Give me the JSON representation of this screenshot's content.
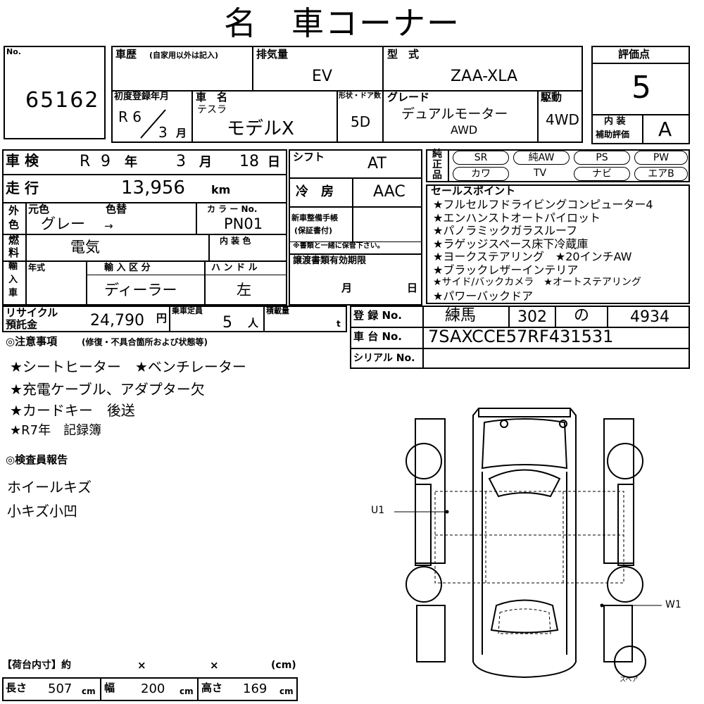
{
  "title": "名　車コーナー",
  "lot": {
    "label": "No.",
    "number": "65162"
  },
  "history": {
    "label": "車歴",
    "sub": "(自家用以外は記入)",
    "value": ""
  },
  "displacement": {
    "label": "排気量",
    "value": "EV"
  },
  "model_code": {
    "label": "型　式",
    "value": "ZAA-XLA"
  },
  "score": {
    "label": "評価点",
    "value": "5",
    "interior_label_1": "内 装",
    "interior_label_2": "補助評価",
    "interior_value": "A"
  },
  "first_reg": {
    "label": "初度登録年月",
    "era": "R 6",
    "month": "3",
    "month_unit": "月"
  },
  "car_name": {
    "label": "車　名",
    "maker": "テスラ",
    "value": "モデルX"
  },
  "body": {
    "label": "形状・ドア数",
    "value": "5D"
  },
  "grade": {
    "label": "グレード",
    "line1": "デュアルモーター",
    "line2": "AWD"
  },
  "drive": {
    "label": "駆動",
    "value": "4WD"
  },
  "inspection": {
    "label": "車 検",
    "era": "R",
    "year": "9",
    "year_unit": "年",
    "month": "3",
    "month_unit": "月",
    "day": "18",
    "day_unit": "日"
  },
  "mileage": {
    "label": "走 行",
    "value": "13,956",
    "unit": "km"
  },
  "shift": {
    "label": "シフト",
    "value": "AT"
  },
  "aircon": {
    "label": "冷　房",
    "value": "AAC"
  },
  "color": {
    "outer_label_1": "外",
    "outer_label_2": "色",
    "orig_label": "元色",
    "change_label": "色替",
    "value": "グレー",
    "arrow": "→",
    "code_label": "カ ラ ー No.",
    "code": "PN01"
  },
  "fuel": {
    "label_1": "燃",
    "label_2": "料",
    "value": "電気",
    "interior_color_label": "内 装 色",
    "interior_color": ""
  },
  "import": {
    "label_1": "輸",
    "label_2": "入",
    "label_3": "車",
    "year_label": "年式",
    "type_label": "輸 入 区 分",
    "type": "ディーラー",
    "handle_label": "ハ ン ド ル",
    "handle": "左"
  },
  "warranty": {
    "label_1": "新車整備手帳",
    "label_2": "(保証書付)",
    "note": "※書類と一緒に保管下さい。"
  },
  "docs": {
    "label": "譲渡書類有効期限",
    "month": "月",
    "day": "日"
  },
  "equipment": {
    "label_1": "純",
    "label_2": "正",
    "label_3": "品",
    "items": [
      "SR",
      "純AW",
      "PS",
      "PW",
      "カワ",
      "TV",
      "ナビ",
      "エアB"
    ]
  },
  "sales_points": {
    "label": "セールスポイント",
    "items": [
      "★フルセルフドライビングコンピューター4",
      "★エンハンストオートパイロット",
      "★パノラミックガラスルーフ",
      "★ラゲッジスペース床下冷蔵庫",
      "★ヨークステアリング　★20インチAW",
      "★ブラックレザーインテリア",
      "★サイド/バックカメラ　★オートステアリング",
      "★パワーバックドア"
    ]
  },
  "recycle": {
    "label_1": "リサイクル",
    "label_2": "預託金",
    "value": "24,790",
    "unit": "円"
  },
  "capacity": {
    "label": "乗車定員",
    "value": "5",
    "unit": "人"
  },
  "load": {
    "label": "積載量",
    "unit": "t"
  },
  "registration": {
    "label": "登 録 No.",
    "place": "練馬",
    "class": "302",
    "kana": "の",
    "number": "4934"
  },
  "chassis": {
    "label": "車 台 No.",
    "value": "7SAXCCE57RF431531"
  },
  "serial": {
    "label": "シリアル No.",
    "value": ""
  },
  "notes": {
    "title": "◎注意事項",
    "sub": "(修復・不具合箇所および状態等)",
    "items": [
      "★シートヒーター　★ベンチレーター",
      "★充電ケーブル、アダプター欠",
      "★カードキー　後送",
      "★R7年　記録簿"
    ]
  },
  "inspector": {
    "title": "◎検査員報告",
    "items": [
      "ホイールキズ",
      "小キズ小凹"
    ]
  },
  "diagram": {
    "mark_left": "U1",
    "mark_right": "W1",
    "spare": "スペア"
  },
  "cargo": {
    "label": "【荷台内寸】約",
    "x1": "×",
    "x2": "×",
    "unit": "(cm)",
    "length_label": "長さ",
    "length": "507",
    "width_label": "幅",
    "width": "200",
    "height_label": "高さ",
    "height": "169",
    "cm": "cm"
  }
}
